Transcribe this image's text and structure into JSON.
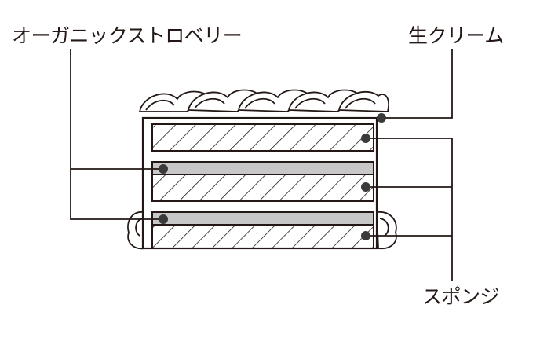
{
  "labels": {
    "strawberry": "オーガニックストロベリー",
    "cream": "生クリーム",
    "sponge": "スポンジ"
  },
  "colors": {
    "line": "#231815",
    "strawberry_fill": "#c7c7c7",
    "marker": "#3a3a3a",
    "background": "#ffffff"
  }
}
